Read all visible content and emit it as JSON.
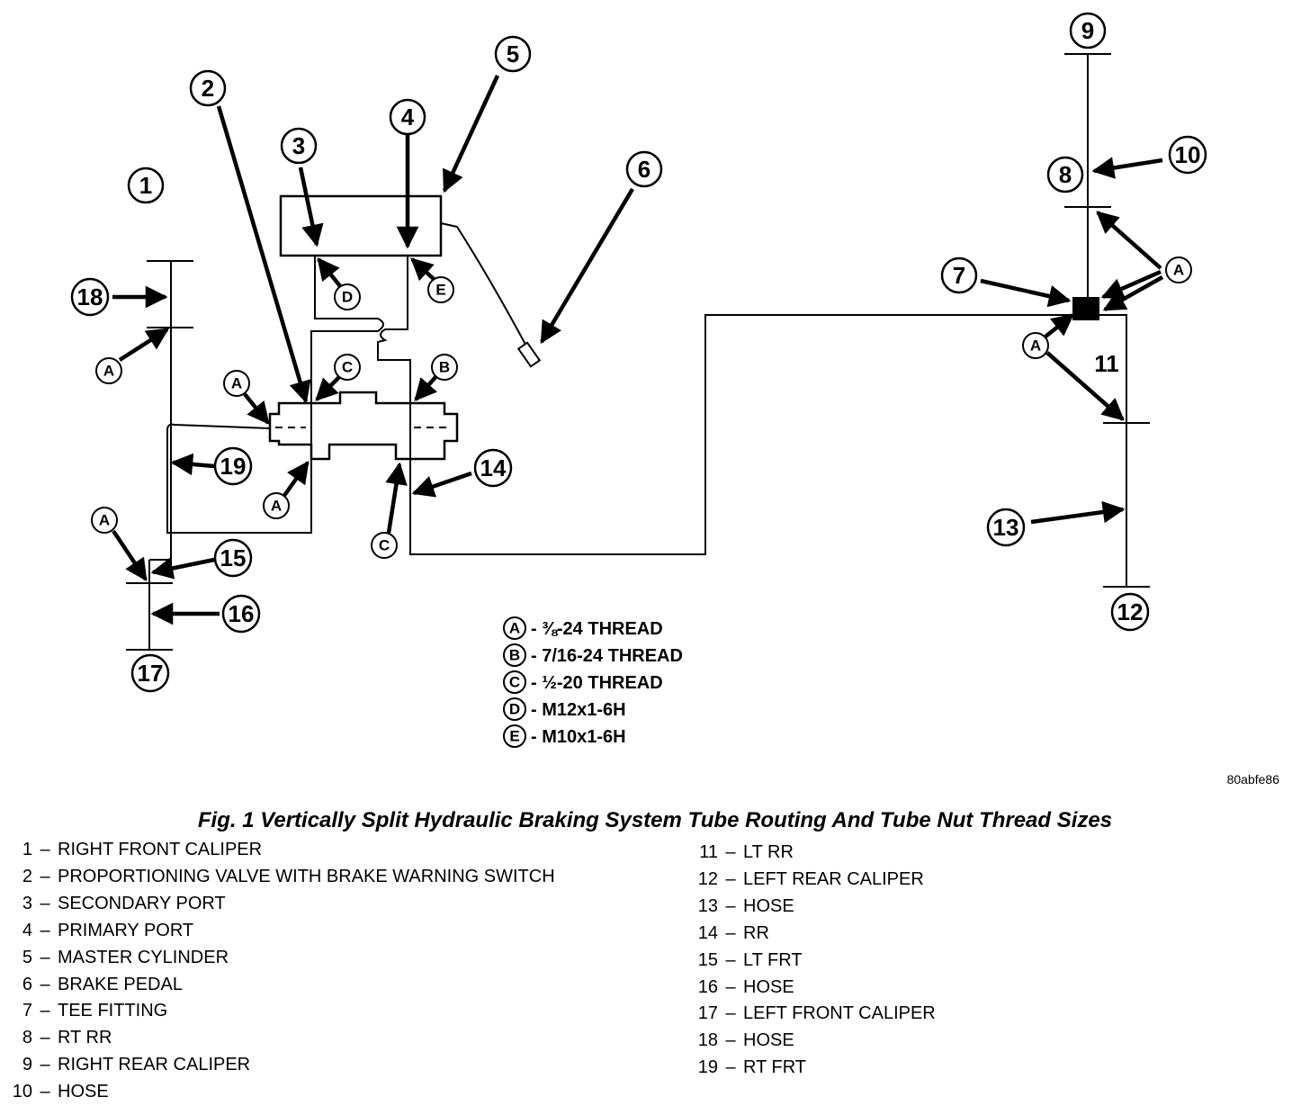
{
  "callouts": [
    "1",
    "2",
    "3",
    "4",
    "5",
    "6",
    "7",
    "8",
    "9",
    "10",
    "11",
    "12",
    "13",
    "14",
    "15",
    "16",
    "17",
    "18",
    "19"
  ],
  "thread_letters": {
    "a": "A",
    "b": "B",
    "c": "C",
    "d": "D",
    "e": "E"
  },
  "legend": [
    {
      "letter": "A",
      "text": "- ⅜-24 THREAD"
    },
    {
      "letter": "B",
      "text": "- 7/16-24 THREAD"
    },
    {
      "letter": "C",
      "text": "- ½-20 THREAD"
    },
    {
      "letter": "D",
      "text": "- M12x1-6H"
    },
    {
      "letter": "E",
      "text": "- M10x1-6H"
    }
  ],
  "figure_code": "80abfe86",
  "caption": "Fig. 1 Vertically Split Hydraulic Braking System Tube Routing And Tube Nut Thread Sizes",
  "parts_left": [
    {
      "num": "1",
      "name": "RIGHT FRONT CALIPER"
    },
    {
      "num": "2",
      "name": "PROPORTIONING VALVE WITH BRAKE WARNING SWITCH"
    },
    {
      "num": "3",
      "name": "SECONDARY PORT"
    },
    {
      "num": "4",
      "name": "PRIMARY PORT"
    },
    {
      "num": "5",
      "name": "MASTER CYLINDER"
    },
    {
      "num": "6",
      "name": "BRAKE PEDAL"
    },
    {
      "num": "7",
      "name": "TEE FITTING"
    },
    {
      "num": "8",
      "name": "RT RR"
    },
    {
      "num": "9",
      "name": "RIGHT REAR CALIPER"
    },
    {
      "num": "10",
      "name": "HOSE"
    }
  ],
  "parts_right": [
    {
      "num": "11",
      "name": "LT RR"
    },
    {
      "num": "12",
      "name": "LEFT REAR CALIPER"
    },
    {
      "num": "13",
      "name": "HOSE"
    },
    {
      "num": "14",
      "name": "RR"
    },
    {
      "num": "15",
      "name": "LT FRT"
    },
    {
      "num": "16",
      "name": "HOSE"
    },
    {
      "num": "17",
      "name": "LEFT FRONT CALIPER"
    },
    {
      "num": "18",
      "name": "HOSE"
    },
    {
      "num": "19",
      "name": "RT FRT"
    }
  ],
  "dash": "–"
}
